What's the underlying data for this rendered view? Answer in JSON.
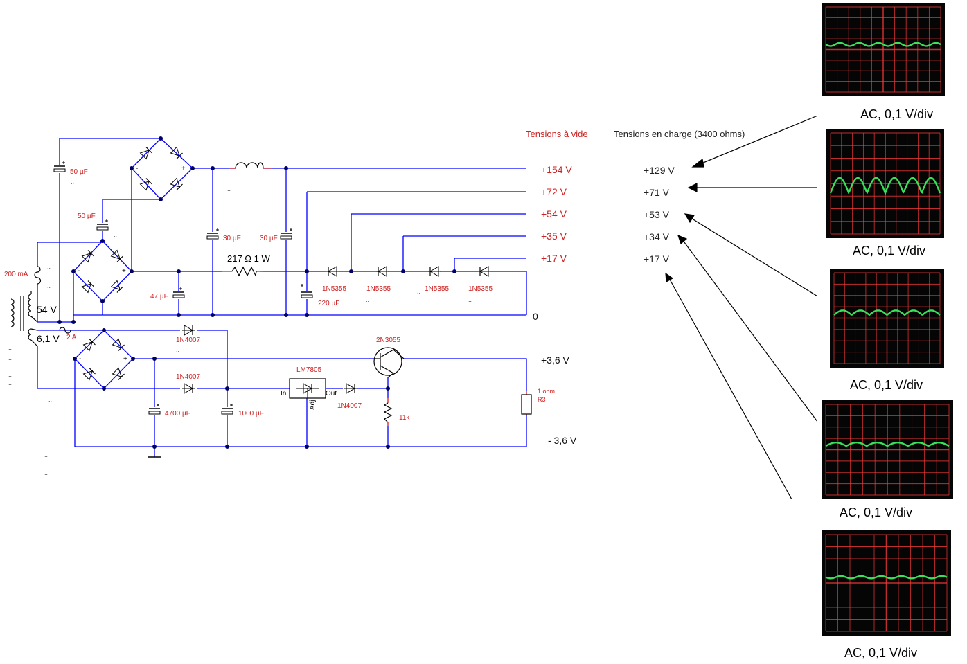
{
  "headers": {
    "no_load": "Tensions à vide",
    "under_load": "Tensions en charge (3400 ohms)"
  },
  "outputs": {
    "v154": "+154 V",
    "v72": "+72 V",
    "v54": "+54 V",
    "v35": "+35 V",
    "v17": "+17 V",
    "zero": "0",
    "p36": "+3,6 V",
    "m36": "- 3,6 V"
  },
  "loaded": {
    "v129": "+129 V",
    "v71": "+71 V",
    "v53": "+53 V",
    "v34": "+34 V",
    "v17": "+17 V"
  },
  "components": {
    "c50a": "50 µF",
    "c50b": "50 µF",
    "c30a": "30 µF",
    "c30b": "30 µF",
    "c47": "47 µF",
    "c220": "220 µF",
    "c4700": "4700 µF",
    "c1000": "1000 µF",
    "r217": "217 Ω  1 W",
    "z1": "1N5355",
    "z2": "1N5355",
    "z3": "1N5355",
    "z4": "1N5355",
    "d1": "1N4007",
    "d2": "1N4007",
    "d3": "1N4007",
    "reg": "LM7805",
    "reg_in": "In",
    "reg_out": "Out",
    "reg_adj": "Adj",
    "tr": "2N3055",
    "r11k": "11k",
    "r1": "1 ohm",
    "r3": "R3",
    "fuse1": "200 mA",
    "fuse2": "2 A",
    "sec1": "54 V",
    "sec2": "6,1 V"
  },
  "scopes": [
    {
      "caption": "AC, 0,1 V/div",
      "shape": "sine",
      "amplitude_div": 0.3
    },
    {
      "caption": "AC, 0,1 V/div",
      "shape": "rectified",
      "amplitude_div": 1.2
    },
    {
      "caption": "AC, 0,1 V/div",
      "shape": "rectified",
      "amplitude_div": 0.4
    },
    {
      "caption": "AC, 0,1 V/div",
      "shape": "rectified",
      "amplitude_div": 0.3
    },
    {
      "caption": "AC, 0,1 V/div",
      "shape": "sine",
      "amplitude_div": 0.2
    }
  ],
  "colors": {
    "wire": "#0000ff",
    "label_red": "#cc2222",
    "grid": "#ff3b3b",
    "trace": "#3adf5a"
  }
}
